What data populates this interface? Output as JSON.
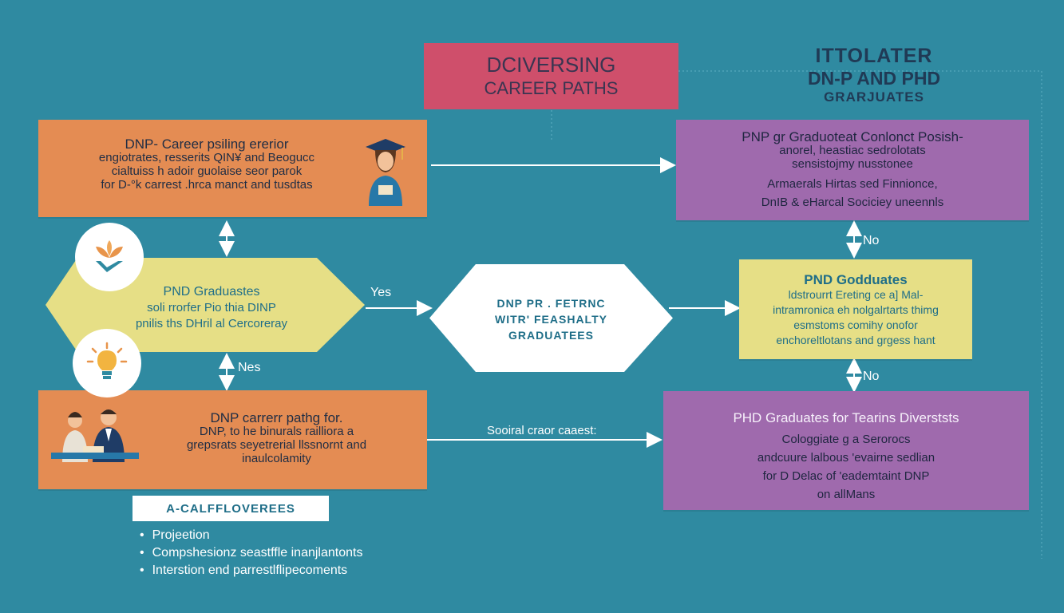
{
  "title": {
    "line1": "DCIVERSING",
    "line2": "CAREER PATHS"
  },
  "side_title": {
    "line1": "ITTOLATER",
    "line2": "DN-P AND PHD",
    "line3": "GRARJUATES"
  },
  "boxes": {
    "top_left": {
      "lines": [
        "DNP- Career psiling ererior",
        "engiotrates, resserits QIN¥ and Beogucc",
        "cialtuiss h adoir guolaise seor parok",
        "for D-°k carrest .hrca manct and tusdtas"
      ]
    },
    "top_right": {
      "lines": [
        "PNP gr Graduoteat Conlonct Posish-",
        "anorel, heastiac sedrolotats",
        "sensistojmy nusstonee",
        "Armaerals Hirtas sed Finnionce,",
        "DnIB & eHarcal Sociciey uneennls"
      ]
    },
    "middle_left": {
      "lines": [
        "PND Graduastes",
        "soli rrorfer Pio thia DINP",
        "pnilis ths DHril al Cercoreray"
      ]
    },
    "center": {
      "lines": [
        "DNP  PR . FETRNC",
        "WITR' FEASHALTY",
        "GRADUATEES"
      ]
    },
    "middle_right": {
      "lines": [
        "PND Godduates",
        "ldstrourrt Ereting ce a] Mal-",
        "intramronica eh nolgalrtarts thimg",
        "esmstoms comihy onofor",
        "enchoreltlotans and grgess hant"
      ]
    },
    "bottom_left": {
      "lines": [
        "DNP carrerr pathg for.",
        "DNP, to he binurals railliora a",
        "grepsrats seyetrerial llssnornt and",
        "inaulcolamity"
      ]
    },
    "bottom_right": {
      "lines": [
        "PHD Graduates for Tearins Diverststs",
        "Cologgiate g  a Serorocs",
        "andcuure lalbous 'evairne sedlian",
        "for D Delac of 'eademtaint DNP",
        "on allMans"
      ]
    }
  },
  "arrow_labels": {
    "yes": "Yes",
    "nes": "Nes",
    "no_top": "No",
    "no_bottom": "No",
    "social": "Sooiral craor caaest:"
  },
  "legend": {
    "label": "A-CALFFLOVEREES",
    "items": [
      "Projeetion",
      "Compshesionz seastffle inanjlantonts",
      "Interstion end parrestlflipecoments"
    ]
  },
  "colors": {
    "background": "#2f8aa1",
    "title": "#cf4f6b",
    "orange": "#e48c53",
    "purple": "#9f6aad",
    "yellow": "#e6df86",
    "white": "#ffffff"
  }
}
